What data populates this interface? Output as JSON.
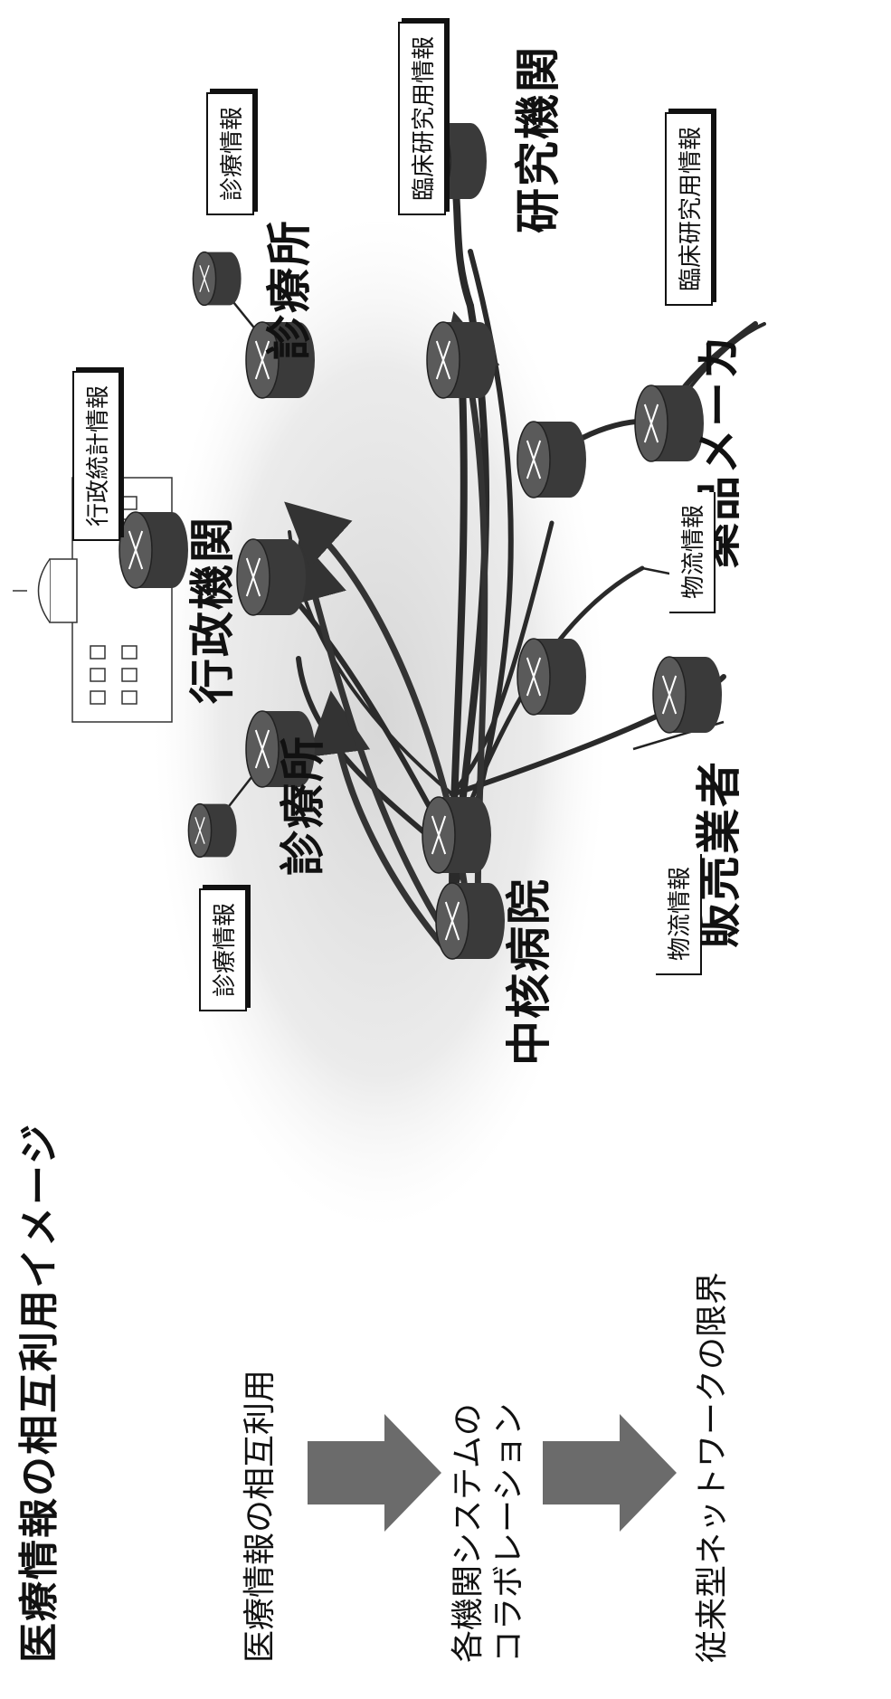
{
  "title": "医療情報の相互利用イメージ",
  "flow": {
    "step1": "医療情報の相互利用",
    "step2_line1": "各機関システムの",
    "step2_line2": "コラボレーション",
    "step3": "従来型ネットワークの限界"
  },
  "nodes": {
    "core_hospital": "中核病院",
    "clinic_left": "診療所",
    "clinic_right": "診療所",
    "government": "行政機関",
    "research": "研究機関",
    "pharma": "薬品メーカ",
    "seller": "販売業者"
  },
  "info_boxes": {
    "clinic_left_info": "診療情報",
    "clinic_right_info": "診療情報",
    "admin_stats": "行政統計情報",
    "research_info": "臨床研究用情報",
    "pharma_info": "臨床研究用情報",
    "logistics_pharma": "物流情報",
    "logistics_seller": "物流情報"
  },
  "colors": {
    "router": "#3a3a3a",
    "line": "#2a2a2a",
    "cloud": "#d9d9d9",
    "arrow": "#444444"
  }
}
